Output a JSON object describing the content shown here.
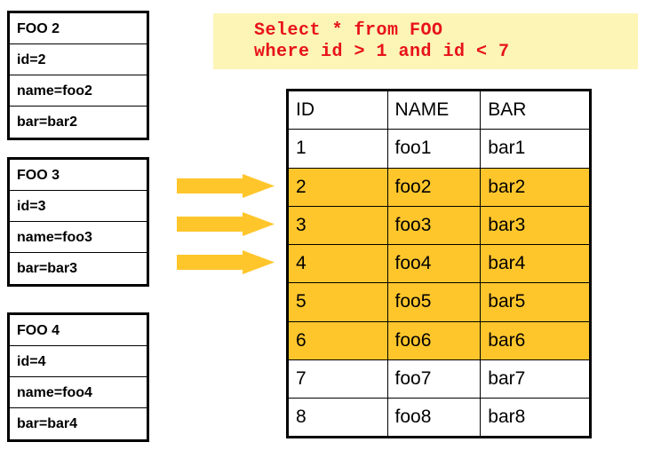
{
  "entities": [
    {
      "title": "FOO 2",
      "fields": [
        "id=2",
        "name=foo2",
        "bar=bar2"
      ]
    },
    {
      "title": "FOO 3",
      "fields": [
        "id=3",
        "name=foo3",
        "bar=bar3"
      ]
    },
    {
      "title": "FOO 4",
      "fields": [
        "id=4",
        "name=foo4",
        "bar=bar4"
      ]
    }
  ],
  "arrows": [
    {
      "name": "arrow-right-1"
    },
    {
      "name": "arrow-right-2"
    },
    {
      "name": "arrow-right-3"
    }
  ],
  "sql": {
    "line1": "Select * from FOO",
    "line2": "where id > 1 and id < 7"
  },
  "table": {
    "headers": [
      "ID",
      "NAME",
      "BAR"
    ],
    "rows": [
      {
        "id": "1",
        "name": "foo1",
        "bar": "bar1",
        "highlight": false
      },
      {
        "id": "2",
        "name": "foo2",
        "bar": "bar2",
        "highlight": true
      },
      {
        "id": "3",
        "name": "foo3",
        "bar": "bar3",
        "highlight": true
      },
      {
        "id": "4",
        "name": "foo4",
        "bar": "bar4",
        "highlight": true
      },
      {
        "id": "5",
        "name": "foo5",
        "bar": "bar5",
        "highlight": true
      },
      {
        "id": "6",
        "name": "foo6",
        "bar": "bar6",
        "highlight": true
      },
      {
        "id": "7",
        "name": "foo7",
        "bar": "bar7",
        "highlight": false
      },
      {
        "id": "8",
        "name": "foo8",
        "bar": "bar8",
        "highlight": false
      }
    ]
  },
  "colors": {
    "highlight": "#FFC62C",
    "arrow": "#FFC62C",
    "sql_background": "#FCF5B6",
    "sql_text": "#E8121A",
    "border": "#000000"
  }
}
